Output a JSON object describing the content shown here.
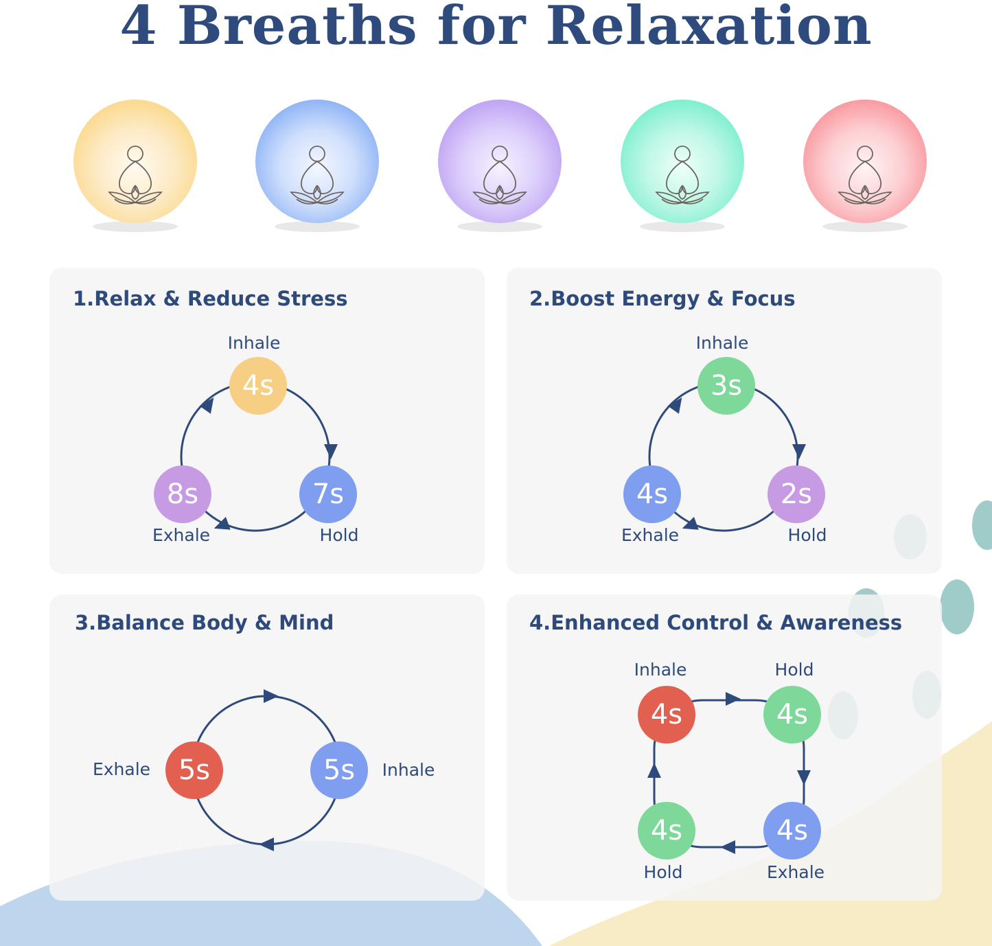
{
  "title": "4 Breaths for Relaxation",
  "colors": {
    "title": "#2f4a7c",
    "ring": "#2e4a7b",
    "yellow": "#f6cf85",
    "blue": "#7f9ef0",
    "purple": "#c79be3",
    "green": "#7dd89a",
    "red": "#e2604f"
  },
  "orbs": [
    {
      "color": "#fbd98e",
      "icon": "meditation-lotus-icon"
    },
    {
      "color": "#8fb4f6",
      "icon": "meditation-lotus-icon"
    },
    {
      "color": "#bfa4f3",
      "icon": "meditation-lotus-icon"
    },
    {
      "color": "#7eefcf",
      "icon": "meditation-lotus-icon"
    },
    {
      "color": "#f99aa0",
      "icon": "meditation-lotus-icon"
    }
  ],
  "cards": [
    {
      "title": "1.Relax & Reduce Stress",
      "steps": [
        {
          "label": "Inhale",
          "value": "4s"
        },
        {
          "label": "Hold",
          "value": "7s"
        },
        {
          "label": "Exhale",
          "value": "8s"
        }
      ]
    },
    {
      "title": "2.Boost Energy & Focus",
      "steps": [
        {
          "label": "Inhale",
          "value": "3s"
        },
        {
          "label": "Hold",
          "value": "2s"
        },
        {
          "label": "Exhale",
          "value": "4s"
        }
      ]
    },
    {
      "title": "3.Balance Body & Mind",
      "steps": [
        {
          "label": "Exhale",
          "value": "5s"
        },
        {
          "label": "Inhale",
          "value": "5s"
        }
      ]
    },
    {
      "title": "4.Enhanced Control & Awareness",
      "steps": [
        {
          "label": "Inhale",
          "value": "4s"
        },
        {
          "label": "Hold",
          "value": "4s"
        },
        {
          "label": "Exhale",
          "value": "4s"
        },
        {
          "label": "Hold",
          "value": "4s"
        }
      ]
    }
  ]
}
